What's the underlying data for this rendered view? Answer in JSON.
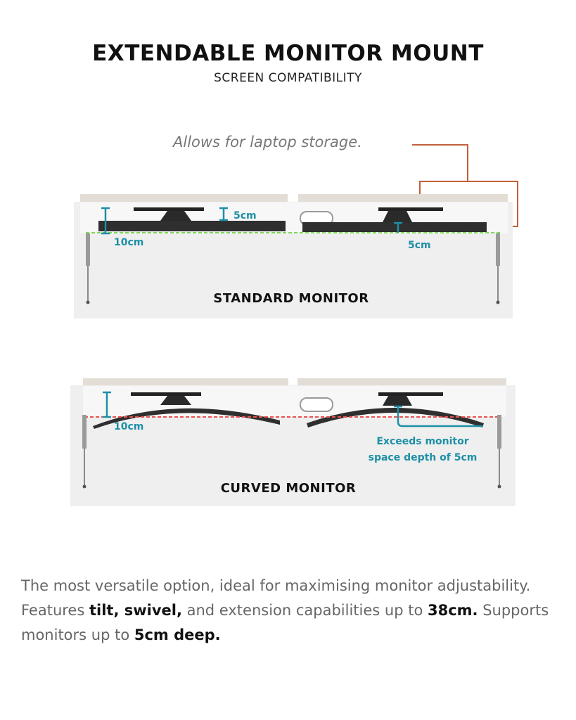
{
  "header": {
    "title": "EXTENDABLE MONITOR MOUNT",
    "subtitle": "SCREEN COMPATIBILITY"
  },
  "callout": {
    "text": "Allows for laptop storage.",
    "color": "#c0603a"
  },
  "standard": {
    "label": "STANDARD MONITOR",
    "dim_left": "10cm",
    "dim_top": "5cm",
    "dim_right": "5cm",
    "line_color": "#7ed957"
  },
  "curved": {
    "label": "CURVED MONITOR",
    "dim_left": "10cm",
    "note_line1": "Exceeds monitor",
    "note_line2": "space depth of 5cm",
    "line_color": "#e8534e"
  },
  "description": {
    "part1": "The most versatile option, ideal for maximising monitor adjustability. Features ",
    "bold1": "tilt, swivel,",
    "part2": " and extension capabilities up to ",
    "bold2": "38cm.",
    "part3": " Supports monitors up to ",
    "bold3": "5cm deep."
  },
  "colors": {
    "dimension": "#1d8fa6",
    "cabinet": "#ececec",
    "shelf": "#d6d2c8"
  }
}
